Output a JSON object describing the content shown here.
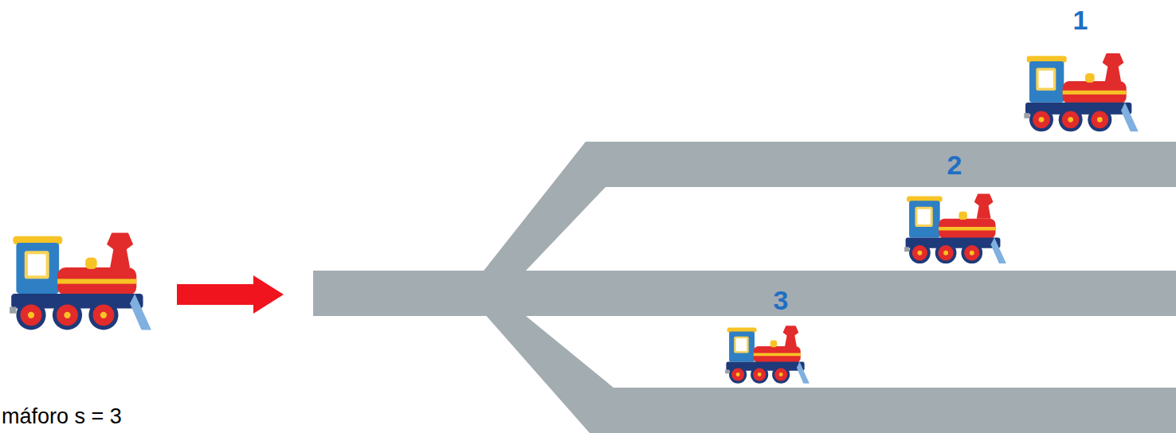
{
  "diagram": {
    "labels": [
      "1",
      "2",
      "3",
      "máforo s = 3"
    ]
  }
}
